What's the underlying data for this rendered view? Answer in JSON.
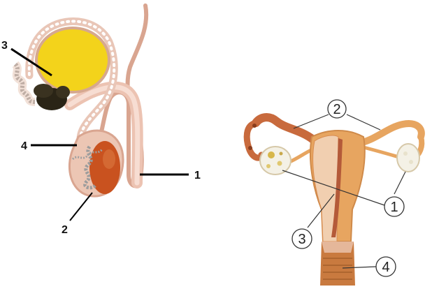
{
  "male": {
    "labels": {
      "urethra": "1",
      "testis": "2",
      "bladder": "3",
      "vas_deferens": "4"
    }
  },
  "female": {
    "labels": {
      "ovary": "1",
      "oviduct": "2",
      "uterus": "3",
      "vagina": "4"
    }
  },
  "colors": {
    "bladder": "#f3d31b",
    "gland": "#2a2416",
    "tissue": "#e9b8a4",
    "testis": "#c9521f",
    "uterus": "#e7a560",
    "uterus_wall": "#d98c50",
    "ovary": "#f4f1e6",
    "vagina": "#c97a3f",
    "cervix": "#b45a39"
  }
}
